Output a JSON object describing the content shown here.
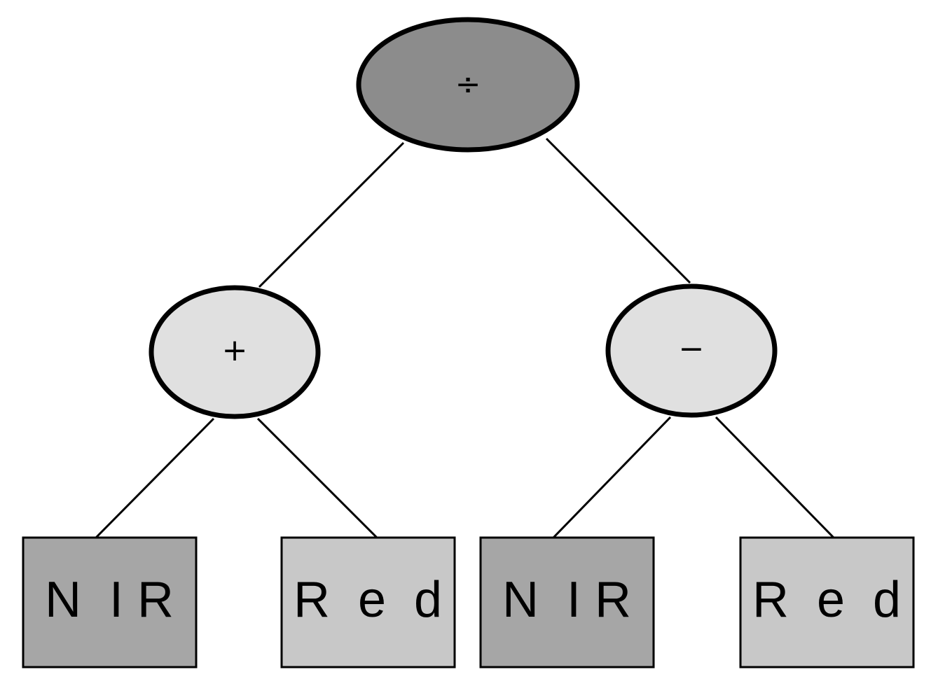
{
  "tree": {
    "root": {
      "label": "÷",
      "fill": "#8c8c8c"
    },
    "left_op": {
      "label": "+",
      "fill": "#e0e0e0"
    },
    "right_op": {
      "label": "−",
      "fill": "#e0e0e0"
    },
    "leaves": [
      {
        "label": "N  I R",
        "fill": "#a6a6a6"
      },
      {
        "label": "R  e  d",
        "fill": "#c8c8c8"
      },
      {
        "label": "N  I R",
        "fill": "#a6a6a6"
      },
      {
        "label": "R  e  d",
        "fill": "#c8c8c8"
      }
    ]
  }
}
